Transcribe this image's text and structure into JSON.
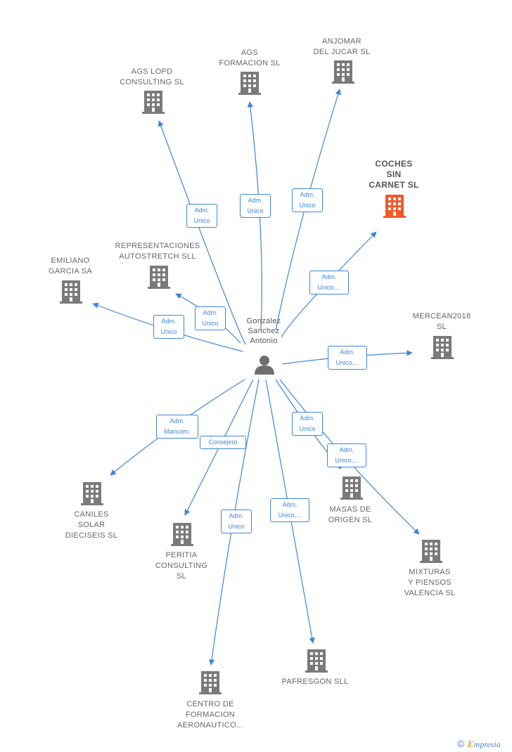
{
  "person": {
    "name": "Gonzalez\nSanchez\nAntonio",
    "icon": "person-icon"
  },
  "colors": {
    "edge": "#3d86d6",
    "building": "#7a7a7a",
    "building_highlight": "#f05a28"
  },
  "companies": [
    {
      "id": "ags-lopd-consulting",
      "label": "AGS LOPD\nCONSULTING SL",
      "highlight": false
    },
    {
      "id": "ags-formacion",
      "label": "AGS\nFORMACION SL",
      "highlight": false
    },
    {
      "id": "anjomar-del-jucar",
      "label": "ANJOMAR\nDEL JUCAR  SL",
      "highlight": false
    },
    {
      "id": "coches-sin-carnet",
      "label": "COCHES\nSIN\nCARNET  SL",
      "highlight": true
    },
    {
      "id": "representaciones-autostretch",
      "label": "REPRESENTACIONES\nAUTOSTRETCH SLL",
      "highlight": false
    },
    {
      "id": "emiliano-garcia",
      "label": "EMILIANO\nGARCIA SA",
      "highlight": false
    },
    {
      "id": "mercean2018",
      "label": "MERCEAN2018\nSL",
      "highlight": false
    },
    {
      "id": "caniles-solar-dieciseis",
      "label": "CANILES\nSOLAR\nDIECISEIS SL",
      "highlight": false
    },
    {
      "id": "peritia-consulting",
      "label": "PERITIA\nCONSULTING\nSL",
      "highlight": false
    },
    {
      "id": "masas-de-origen",
      "label": "MASAS DE\nORIGEN SL",
      "highlight": false
    },
    {
      "id": "mixturas-y-piensos",
      "label": "MIXTURAS\nY PIENSOS\nVALENCIA  SL",
      "highlight": false
    },
    {
      "id": "centro-de-formacion",
      "label": "CENTRO DE\nFORMACION\nAERONAUTICO...",
      "highlight": false
    },
    {
      "id": "pafresgon",
      "label": "PAFRESGON SLL",
      "highlight": false
    }
  ],
  "relations": [
    {
      "to": "ags-lopd-consulting",
      "label": "Adm.\nUnico"
    },
    {
      "to": "ags-formacion",
      "label": "Adm.\nUnico"
    },
    {
      "to": "anjomar-del-jucar",
      "label": "Adm.\nUnico"
    },
    {
      "to": "coches-sin-carnet",
      "label": "Adm.\nUnico,..."
    },
    {
      "to": "representaciones-autostretch",
      "label": "Adm.\nUnico"
    },
    {
      "to": "emiliano-garcia",
      "label": "Adm.\nUnico"
    },
    {
      "to": "mercean2018",
      "label": "Adm.\nUnico,..."
    },
    {
      "to": "caniles-solar-dieciseis",
      "label": "Adm.\nMancom."
    },
    {
      "to": "peritia-consulting",
      "label": "Consejero"
    },
    {
      "to": "masas-de-origen",
      "label": "Adm.\nUnico"
    },
    {
      "to": "mixturas-y-piensos",
      "label": "Adm.\nUnico,..."
    },
    {
      "to": "centro-de-formacion",
      "label": "Adm.\nUnico"
    },
    {
      "to": "pafresgon",
      "label": "Adm.\nUnico,..."
    }
  ],
  "footer": {
    "copyright": "©",
    "brand_initial": "E",
    "brand_rest": "mpresia"
  }
}
